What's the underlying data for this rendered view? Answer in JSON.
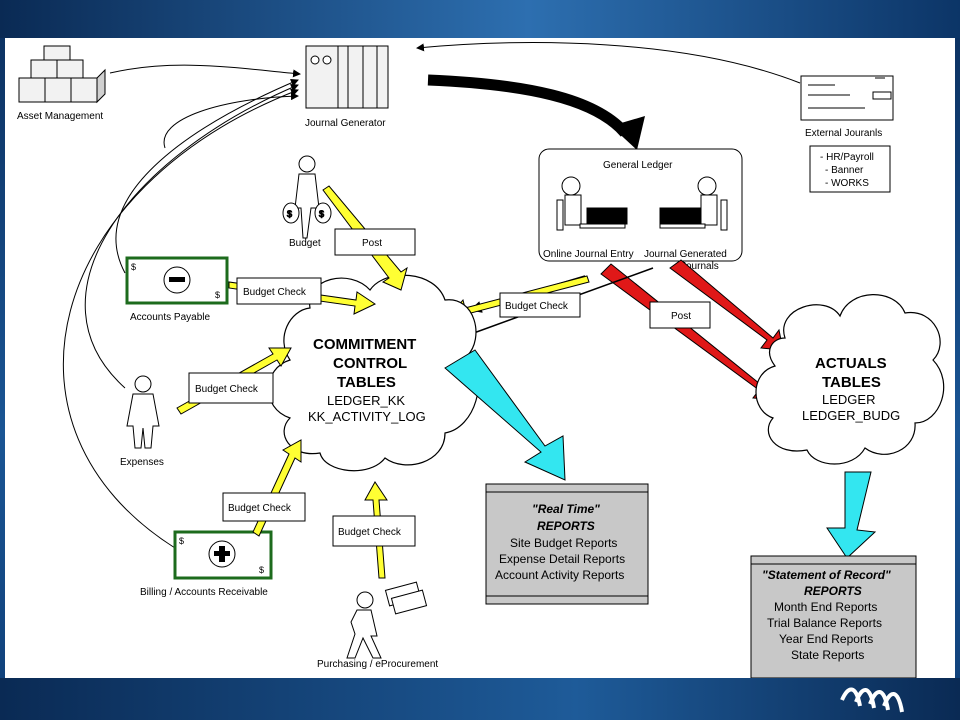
{
  "nodes": {
    "asset_management": "Asset Management",
    "journal_generator": "Journal Generator",
    "external_journals": "External Jouranls",
    "external_list": [
      "- HR/Payroll",
      "- Banner",
      "- WORKS"
    ],
    "general_ledger": "General Ledger",
    "online_journal_entry": "Online Journal Entry",
    "journal_generated_l1": "Journal Generated",
    "journal_generated_l2": "Journals",
    "budget": "Budget",
    "accounts_payable": "Accounts Payable",
    "expenses": "Expenses",
    "billing_ar": "Billing / Accounts Receivable",
    "purchasing": "Purchasing / eProcurement"
  },
  "labels": {
    "post": "Post",
    "budget_check": "Budget Check"
  },
  "commitment": {
    "title_lines": [
      "COMMITMENT",
      "CONTROL",
      "TABLES"
    ],
    "sub_lines": [
      "LEDGER_KK",
      "KK_ACTIVITY_LOG"
    ]
  },
  "actuals": {
    "title_lines": [
      "ACTUALS",
      "TABLES"
    ],
    "sub_lines": [
      "LEDGER",
      "LEDGER_BUDG"
    ]
  },
  "realtime_reports": {
    "heading": "\"Real Time\"",
    "sub": "REPORTS",
    "items": [
      "Site Budget Reports",
      "Expense Detail Reports",
      "Account Activity Reports"
    ]
  },
  "record_reports": {
    "heading": "\"Statement of Record\"",
    "sub": "REPORTS",
    "items": [
      "Month End Reports",
      "Trial Balance Reports",
      "Year End Reports",
      "State Reports"
    ]
  },
  "colors": {
    "yellow_arrow": "#ffff33",
    "red_arrow": "#e01818",
    "cyan_arrow": "#33e6f0",
    "money_green": "#1d6b1d",
    "report_gray": "#c8c8c8",
    "slide_blue": "#0d3a6e"
  }
}
